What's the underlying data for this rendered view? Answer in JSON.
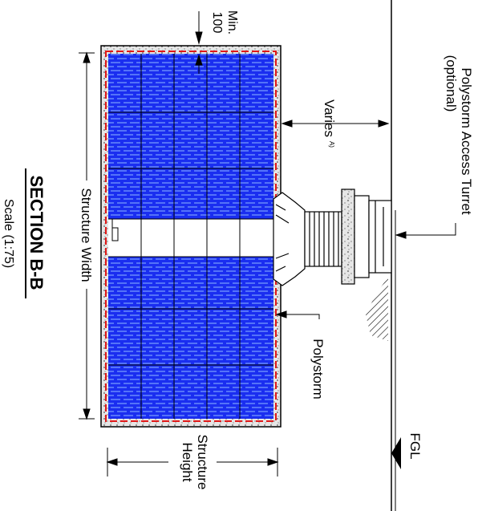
{
  "section": {
    "title": "SECTION B-B",
    "scale": "Scale (1:75)"
  },
  "labels": {
    "turret_line1": "Polystorm Access Turret",
    "turret_line2": "(optional)",
    "varies": "Varies",
    "varies_note": "A)",
    "min_line1": "Min.",
    "min_line2": "100",
    "structure_width": "Structure Width",
    "polystorm": "Polystorm",
    "structure_height_line1": "Structure",
    "structure_height_line2": "Height",
    "fgl": "FGL"
  },
  "colors": {
    "cell_fill": "#1a2ef0",
    "cell_dash": "#8fb8ff",
    "membrane": "#e01818",
    "backfill": "#d9d9d9",
    "line": "#000000"
  }
}
